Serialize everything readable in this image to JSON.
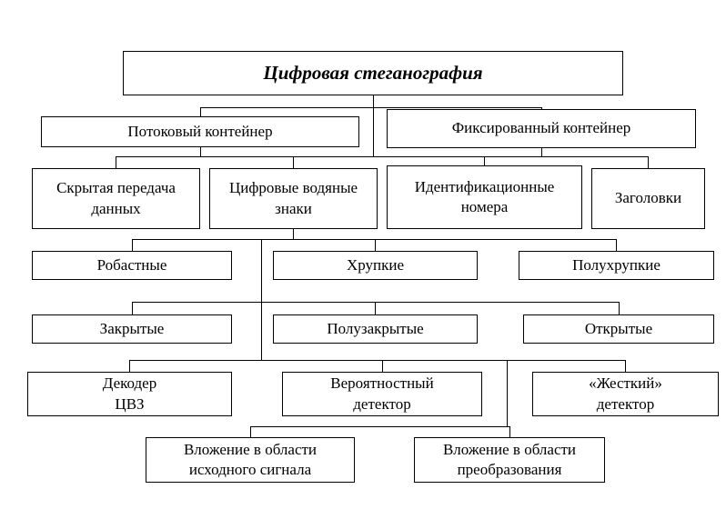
{
  "diagram": {
    "title": "Цифровая стеганография",
    "line_color": "#000000",
    "box_border_color": "#000000",
    "box_fill_color": "#ffffff",
    "nodes": {
      "root": "Цифровая стеганография",
      "stream_container": "Потоковый контейнер",
      "fixed_container": "Фиксированный контейнер",
      "hidden_data_transfer": "Скрытая передача\nданных",
      "digital_watermarks": "Цифровые водяные\nзнаки",
      "identification_numbers": "Идентификационные\nномера",
      "headers": "Заголовки",
      "robust": "Робастные",
      "fragile": "Хрупкие",
      "semi_fragile": "Полухрупкие",
      "closed": "Закрытые",
      "semi_closed": "Полузакрытые",
      "open": "Открытые",
      "decoder_cvz": "Декодер\nЦВЗ",
      "probabilistic_detector": "Вероятностный\nдетектор",
      "hard_detector": "«Жесткий»\nдетектор",
      "embedding_source_domain": "Вложение в области\nисходного сигнала",
      "embedding_transform_domain": "Вложение в области\nпреобразования"
    }
  }
}
